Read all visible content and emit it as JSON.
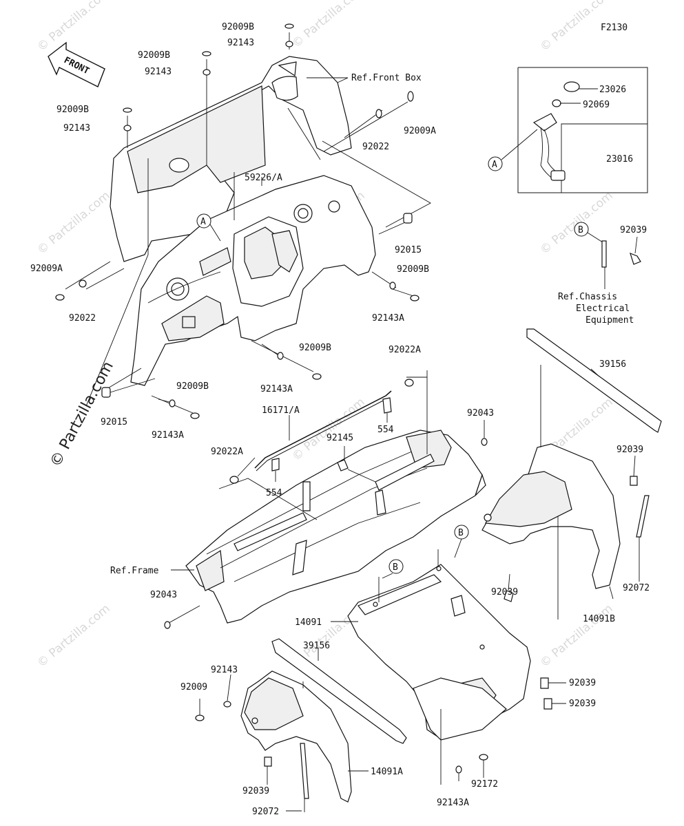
{
  "diagram": {
    "code": "F2130",
    "front_label": "FRONT",
    "watermark": "© Partzilla.com",
    "callouts": {
      "a_top": "A",
      "a_kit": "A",
      "b_right": "B",
      "b_mid1": "B",
      "b_mid2": "B"
    },
    "labels": [
      {
        "id": "92009B-top",
        "text": "92009B"
      },
      {
        "id": "92143-top",
        "text": "92143"
      },
      {
        "id": "92009B-2",
        "text": "92009B"
      },
      {
        "id": "92143-2",
        "text": "92143"
      },
      {
        "id": "ref-front-box",
        "text": "Ref.Front Box"
      },
      {
        "id": "92009B-3",
        "text": "92009B"
      },
      {
        "id": "92143-3",
        "text": "92143"
      },
      {
        "id": "92022-1",
        "text": "92022"
      },
      {
        "id": "92009A-1",
        "text": "92009A"
      },
      {
        "id": "59226A",
        "text": "59226/A"
      },
      {
        "id": "92015-1",
        "text": "92015"
      },
      {
        "id": "92009B-4",
        "text": "92009B"
      },
      {
        "id": "92143A-1",
        "text": "92143A"
      },
      {
        "id": "92009A-2",
        "text": "92009A"
      },
      {
        "id": "92022-2",
        "text": "92022"
      },
      {
        "id": "92009B-5",
        "text": "92009B"
      },
      {
        "id": "92143A-2",
        "text": "92143A"
      },
      {
        "id": "92015-2",
        "text": "92015"
      },
      {
        "id": "92009B-6",
        "text": "92009B"
      },
      {
        "id": "92143A-3",
        "text": "92143A"
      },
      {
        "id": "92022A-1",
        "text": "92022A"
      },
      {
        "id": "16171A",
        "text": "16171/A"
      },
      {
        "id": "92043-1",
        "text": "92043"
      },
      {
        "id": "92145",
        "text": "92145"
      },
      {
        "id": "554-1",
        "text": "554"
      },
      {
        "id": "92022A-2",
        "text": "92022A"
      },
      {
        "id": "554-2",
        "text": "554"
      },
      {
        "id": "23026",
        "text": "23026"
      },
      {
        "id": "92069",
        "text": "92069"
      },
      {
        "id": "23016",
        "text": "23016"
      },
      {
        "id": "92039-1",
        "text": "92039"
      },
      {
        "id": "ref-chassis-1",
        "text": "Ref.Chassis"
      },
      {
        "id": "ref-chassis-2",
        "text": "Electrical"
      },
      {
        "id": "ref-chassis-3",
        "text": "Equipment"
      },
      {
        "id": "39156-1",
        "text": "39156"
      },
      {
        "id": "92039-2",
        "text": "92039"
      },
      {
        "id": "ref-frame",
        "text": "Ref.Frame"
      },
      {
        "id": "92043-2",
        "text": "92043"
      },
      {
        "id": "92039-3",
        "text": "92039"
      },
      {
        "id": "92072-1",
        "text": "92072"
      },
      {
        "id": "14091B",
        "text": "14091B"
      },
      {
        "id": "14091",
        "text": "14091"
      },
      {
        "id": "39156-2",
        "text": "39156"
      },
      {
        "id": "92143-4",
        "text": "92143"
      },
      {
        "id": "92009",
        "text": "92009"
      },
      {
        "id": "92039-4",
        "text": "92039"
      },
      {
        "id": "92039-5",
        "text": "92039"
      },
      {
        "id": "14091A",
        "text": "14091A"
      },
      {
        "id": "92039-6",
        "text": "92039"
      },
      {
        "id": "92072-2",
        "text": "92072"
      },
      {
        "id": "92172",
        "text": "92172"
      },
      {
        "id": "92143A-4",
        "text": "92143A"
      }
    ]
  }
}
